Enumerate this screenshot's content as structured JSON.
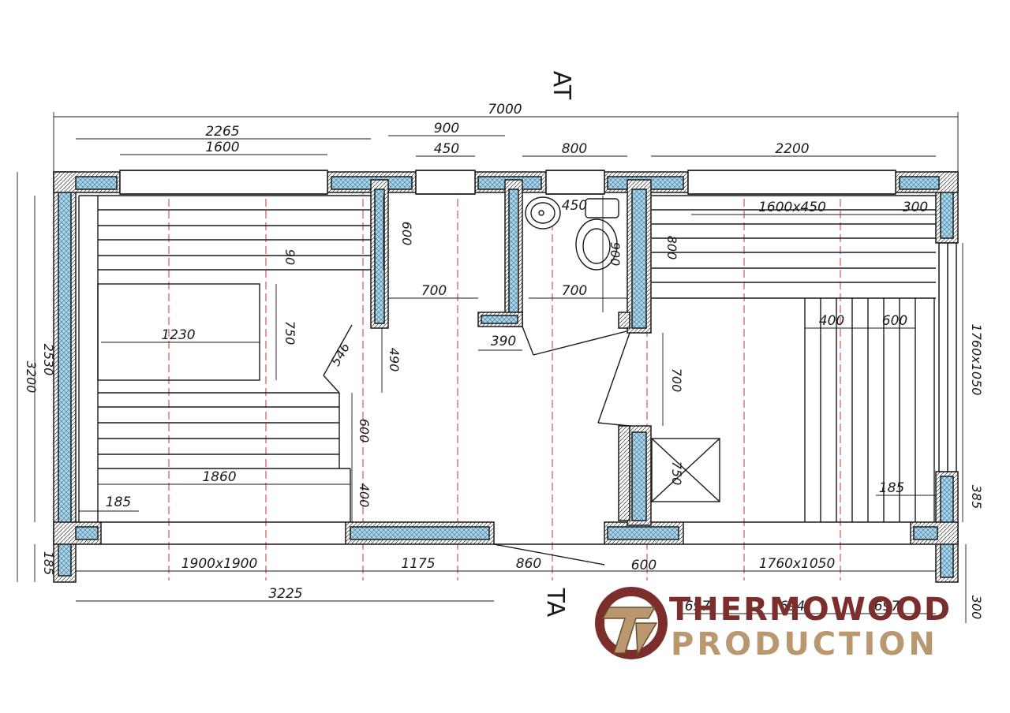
{
  "section_marks": {
    "top": "AT",
    "bottom": "TA"
  },
  "dimensions": {
    "overall_width": "7000",
    "overall_height": "3200",
    "inner_height": "2530",
    "sauna_width": "2265",
    "sauna_window": "1600",
    "corridor_width": "900",
    "corridor_window": "450",
    "wc_width": "800",
    "rest_width": "2200",
    "rest_window": "1600x450",
    "rest_window_offset": "300",
    "wc_sink": "450",
    "sauna_partition_upper": "600",
    "bench_gap": "90",
    "stove_depth": "750",
    "stove_width": "1230",
    "door_swing": "546",
    "partition_gap": "490",
    "corridor_700_left": "700",
    "corridor_700_right": "700",
    "wc_wall": "390",
    "wc_depth": "900",
    "rest_bench_depth": "800",
    "door_700": "700",
    "shower_750": "750",
    "bench_400": "400",
    "bench_600": "600",
    "rest_window_side": "1760x1050",
    "side_385": "385",
    "sauna_lower_600": "600",
    "sauna_lower_400": "400",
    "bench_length": "1860",
    "bottom_185_left": "185",
    "bottom_185_side": "185",
    "rest_185": "185",
    "window_1900": "1900x1900",
    "bottom_1175": "1175",
    "bottom_860": "860",
    "bottom_600": "600",
    "bottom_1760": "1760x1050",
    "bottom_3225": "3225",
    "bottom_300": "300",
    "floor_697_left": "697",
    "floor_694": "694",
    "floor_697_right": "697"
  },
  "brand": {
    "line1": "THERMOWOOD",
    "line2": "PRODUCTION",
    "color_primary": "#7b2e2c",
    "color_secondary": "#b99870"
  },
  "colors": {
    "insulation": "#a9d6ea",
    "line": "#1a1a1a",
    "axis": "#d9534f"
  }
}
